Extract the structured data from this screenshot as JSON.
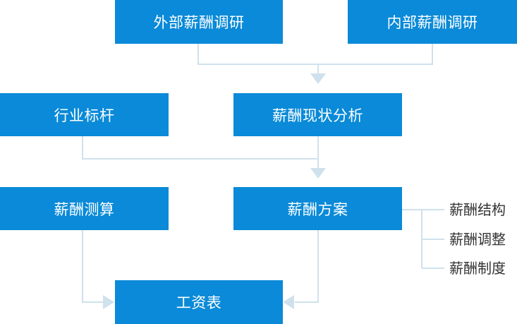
{
  "colors": {
    "box_fill": "#0a8ad8",
    "box_text": "#ffffff",
    "connector": "#cfe1ec",
    "side_text": "#333333"
  },
  "nodes": {
    "external_survey": "外部薪酬调研",
    "internal_survey": "内部薪酬调研",
    "industry_benchmark": "行业标杆",
    "status_analysis": "薪酬现状分析",
    "calculation": "薪酬测算",
    "plan": "薪酬方案",
    "salary_table": "工资表"
  },
  "plan_components": [
    "薪酬结构",
    "薪酬调整",
    "薪酬制度"
  ]
}
